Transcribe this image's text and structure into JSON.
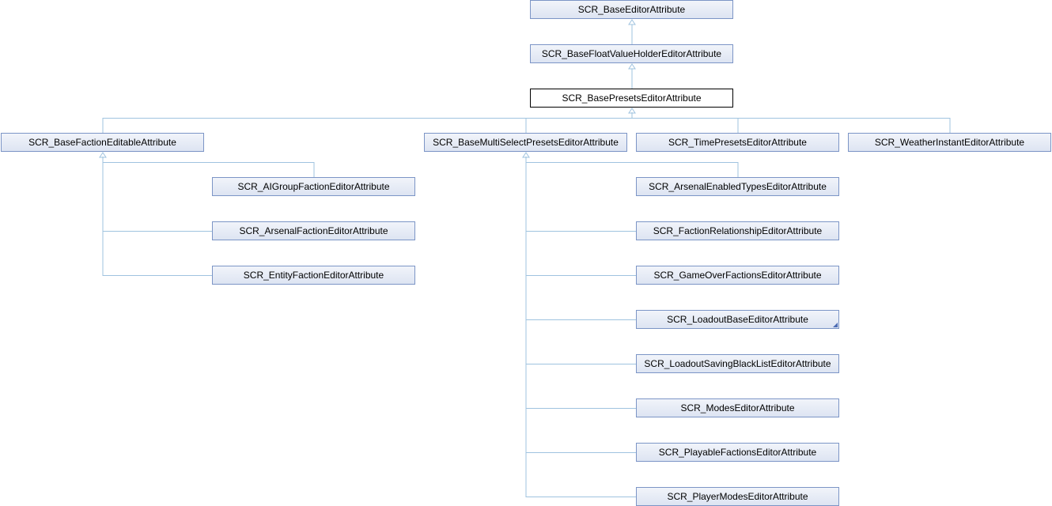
{
  "colors": {
    "edge": "#9fc3df",
    "node_border": "#7c95c6",
    "node_fill": "#e8edf6",
    "current_border": "#000000"
  },
  "nodes": {
    "base_editor_attribute": "SCR_BaseEditorAttribute",
    "base_float_value_holder": "SCR_BaseFloatValueHolderEditorAttribute",
    "base_presets": "SCR_BasePresetsEditorAttribute",
    "base_faction_editable": "SCR_BaseFactionEditableAttribute",
    "base_multi_select_presets": "SCR_BaseMultiSelectPresetsEditorAttribute",
    "time_presets": "SCR_TimePresetsEditorAttribute",
    "weather_instant": "SCR_WeatherInstantEditorAttribute",
    "ai_group_faction": "SCR_AIGroupFactionEditorAttribute",
    "arsenal_faction": "SCR_ArsenalFactionEditorAttribute",
    "entity_faction": "SCR_EntityFactionEditorAttribute",
    "arsenal_enabled_types": "SCR_ArsenalEnabledTypesEditorAttribute",
    "faction_relationship": "SCR_FactionRelationshipEditorAttribute",
    "game_over_factions": "SCR_GameOverFactionsEditorAttribute",
    "loadout_base": "SCR_LoadoutBaseEditorAttribute",
    "loadout_saving_black_list": "SCR_LoadoutSavingBlackListEditorAttribute",
    "modes": "SCR_ModesEditorAttribute",
    "playable_factions": "SCR_PlayableFactionsEditorAttribute",
    "player_modes": "SCR_PlayerModesEditorAttribute"
  },
  "edges": [
    [
      "base_float_value_holder",
      "base_editor_attribute"
    ],
    [
      "base_presets",
      "base_float_value_holder"
    ],
    [
      "base_faction_editable",
      "base_presets"
    ],
    [
      "base_multi_select_presets",
      "base_presets"
    ],
    [
      "time_presets",
      "base_presets"
    ],
    [
      "weather_instant",
      "base_presets"
    ],
    [
      "ai_group_faction",
      "base_faction_editable"
    ],
    [
      "arsenal_faction",
      "base_faction_editable"
    ],
    [
      "entity_faction",
      "base_faction_editable"
    ],
    [
      "arsenal_enabled_types",
      "base_multi_select_presets"
    ],
    [
      "faction_relationship",
      "base_multi_select_presets"
    ],
    [
      "game_over_factions",
      "base_multi_select_presets"
    ],
    [
      "loadout_base",
      "base_multi_select_presets"
    ],
    [
      "loadout_saving_black_list",
      "base_multi_select_presets"
    ],
    [
      "modes",
      "base_multi_select_presets"
    ],
    [
      "playable_factions",
      "base_multi_select_presets"
    ],
    [
      "player_modes",
      "base_multi_select_presets"
    ]
  ]
}
